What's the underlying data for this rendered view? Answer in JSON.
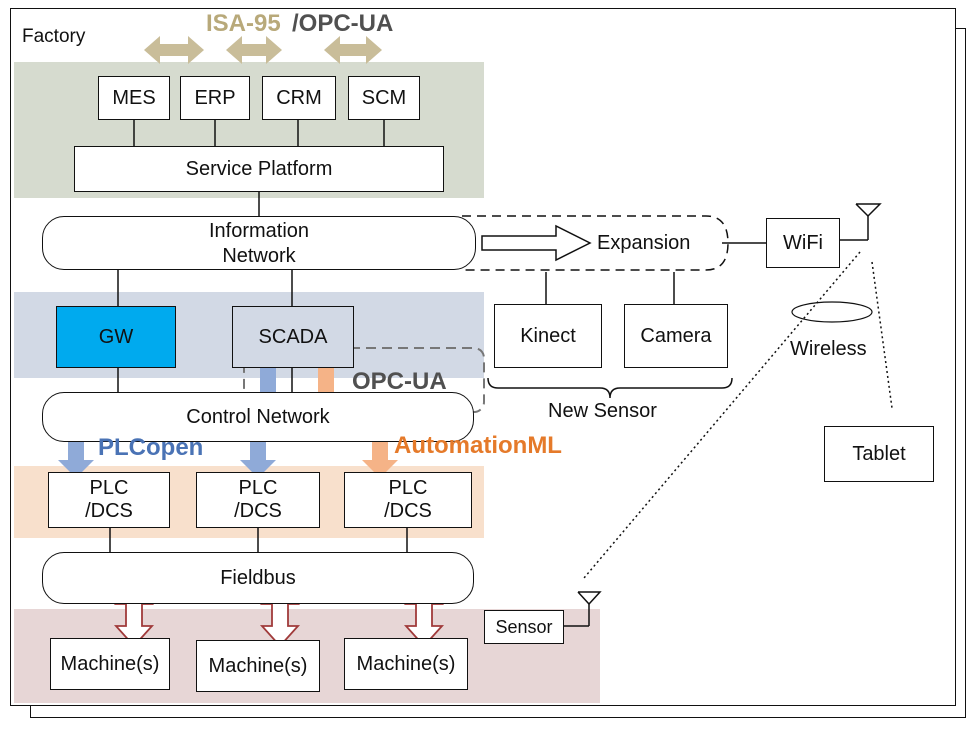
{
  "factory_label": "Factory",
  "standards_top": {
    "isa95": "ISA-95",
    "opcua": "/OPC-UA"
  },
  "enterprise_systems": [
    "MES",
    "ERP",
    "CRM",
    "SCM"
  ],
  "service_platform": "Service Platform",
  "information_network": "Information\nNetwork",
  "expansion": "Expansion",
  "wifi": "WiFi",
  "gateway": "GW",
  "scada": "SCADA",
  "new_sensors": [
    "Kinect",
    "Camera"
  ],
  "new_sensor_label": "New Sensor",
  "wireless": "Wireless",
  "opcua_mid": "OPC-UA",
  "control_network": "Control Network",
  "plcopen": "PLCopen",
  "automationml": "AutomationML",
  "tablet": "Tablet",
  "plcs": [
    "PLC\n/DCS",
    "PLC\n/DCS",
    "PLC\n/DCS"
  ],
  "fieldbus": "Fieldbus",
  "sensor": "Sensor",
  "machines": [
    "Machine(s)",
    "Machine(s)",
    "Machine(s)"
  ],
  "colors": {
    "enterprise_band": "#d6dbcf",
    "scada_band": "#d2d9e5",
    "plc_band": "#f8e0cc",
    "machine_band": "#e7d6d6",
    "gw_fill": "#00aaee",
    "isa_color": "#b8a97a",
    "opc_color": "#505050",
    "plcopen_color": "#4a73b5",
    "automationml_color": "#e57a2a",
    "blue_arrow": "#8faad8",
    "orange_arrow": "#f5b387",
    "tan_arrow": "#c9bd99",
    "machine_arrow": "#a03a3a"
  }
}
